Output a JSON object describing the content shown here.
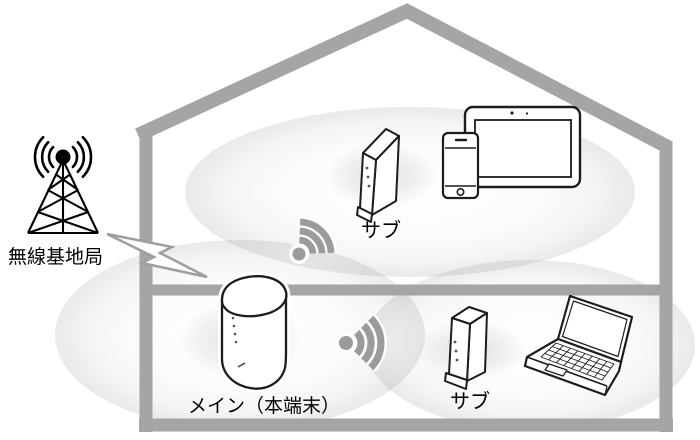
{
  "diagram": {
    "base_station": {
      "label": "無線基地局"
    },
    "main_router": {
      "label": "メイン（本端末）"
    },
    "sub_router_upper": {
      "label": "サブ"
    },
    "sub_router_lower": {
      "label": "サブ"
    },
    "icons": [
      "radio-tower-icon",
      "lightning-bolt-icon",
      "wifi-signal-2f-icon",
      "wifi-signal-1f-icon",
      "main-router-device",
      "sub-router-device-upper",
      "sub-router-device-lower",
      "smartphone-device",
      "tablet-device",
      "laptop-device"
    ],
    "colors": {
      "house_gray": "#a5a5a5",
      "signal_gray": "#9b9b9b",
      "device_outline": "#1c1c1c",
      "coverage_edge": "#cfcfcf",
      "background": "#ffffff"
    }
  }
}
